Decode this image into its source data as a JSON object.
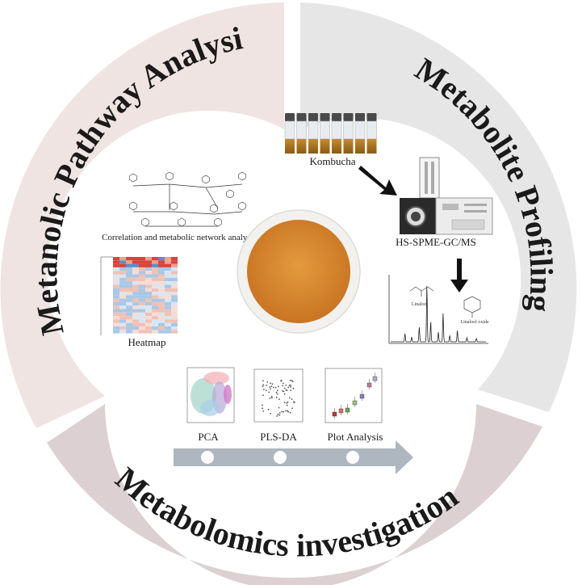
{
  "ring": {
    "pathway_title": "Metanolic Pathway Analysis",
    "profiling_title": "Metabolite Profiling",
    "metabolomics_title": "Metabolomics investigation",
    "colors": {
      "pathway_segment": "#efe4e1",
      "profiling_segment": "#e6e6e6",
      "metabolomics_segment": "#dcd0d2",
      "title_text": "#1a1a1a"
    }
  },
  "center": {
    "kombucha_label": "Kombucha",
    "gcms_label": "HS-SPME-GC/MS",
    "network_label": "Correlation and metabolic network analysis",
    "heatmap_label": "Heatmap",
    "pca_label": "PCA",
    "plsda_label": "PLS-DA",
    "plot_label": "Plot Analysis",
    "chromatogram_peaks": [
      "Linalool",
      "Linalool oxide"
    ],
    "powder_color": "#d9852c"
  }
}
